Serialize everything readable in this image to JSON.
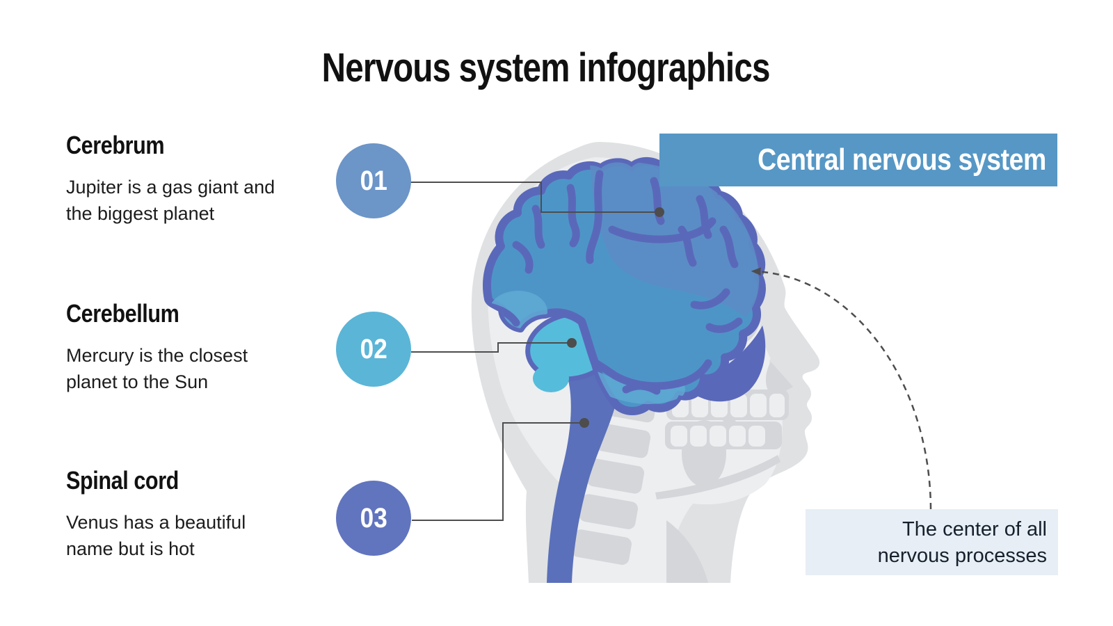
{
  "title": "Nervous system infographics",
  "sections": [
    {
      "number": "01",
      "heading": "Cerebrum",
      "description": "Jupiter is a gas giant and the biggest planet",
      "circle_color": "#6c95c8"
    },
    {
      "number": "02",
      "heading": "Cerebellum",
      "description": "Mercury is the closest planet to the Sun",
      "circle_color": "#5bb5d7"
    },
    {
      "number": "03",
      "heading": "Spinal cord",
      "description": "Venus has a beautiful name but is hot",
      "circle_color": "#6174be"
    }
  ],
  "banner": {
    "label": "Central nervous system",
    "background": "#5697c5",
    "text_color": "#ffffff"
  },
  "callout": {
    "text": "The center of all nervous processes",
    "background": "#e7eef5"
  },
  "illustration": {
    "description": "Side profile of a human head with skull, highlighting brain, cerebellum and spinal cord",
    "colors": {
      "silhouette": "#dfe1e3",
      "skull": "#edeef0",
      "skull_detail": "#d4d6da",
      "brain": "#4e95c7",
      "brain_dark": "#5c8cc4",
      "brain_light": "#60aad5",
      "sulci": "#5a68ba",
      "cerebellum": "#56bcdb",
      "spinal_cord": "#5a70ba",
      "connector": "#4d4d4d"
    }
  }
}
